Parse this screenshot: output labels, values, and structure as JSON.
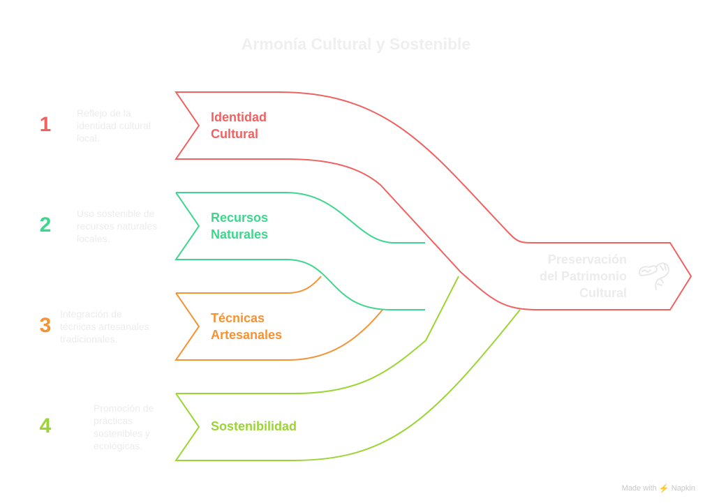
{
  "title": "Armonía Cultural y Sostenible",
  "colors": {
    "red": "#f06161",
    "green": "#3dd68c",
    "orange": "#f59234",
    "lime": "#9ad534",
    "faint_text": "#ececec"
  },
  "items": [
    {
      "number": "1",
      "label_line1": "Identidad",
      "label_line2": "Cultural",
      "description": [
        "Reflejo de la",
        "identidad cultural",
        "local."
      ],
      "color": "#f06161"
    },
    {
      "number": "2",
      "label_line1": "Recursos",
      "label_line2": "Naturales",
      "description": [
        "Uso sostenible de",
        "recursos naturales",
        "locales."
      ],
      "color": "#3dd68c"
    },
    {
      "number": "3",
      "label_line1": "Técnicas",
      "label_line2": "Artesanales",
      "description": [
        "Integración de",
        "técnicas artesanales",
        "tradicionales."
      ],
      "color": "#f59234"
    },
    {
      "number": "4",
      "label_line1": "Sostenibilidad",
      "label_line2": "",
      "description": [
        "Promoción de",
        "prácticas",
        "sostenibles y",
        "ecológicas."
      ],
      "color": "#9ad534"
    }
  ],
  "target": {
    "lines": [
      "Preservación",
      "del Patrimonio",
      "Cultural"
    ],
    "icon": "dragon-icon"
  },
  "footer": {
    "made_with": "Made with",
    "brand": "Napkin"
  }
}
